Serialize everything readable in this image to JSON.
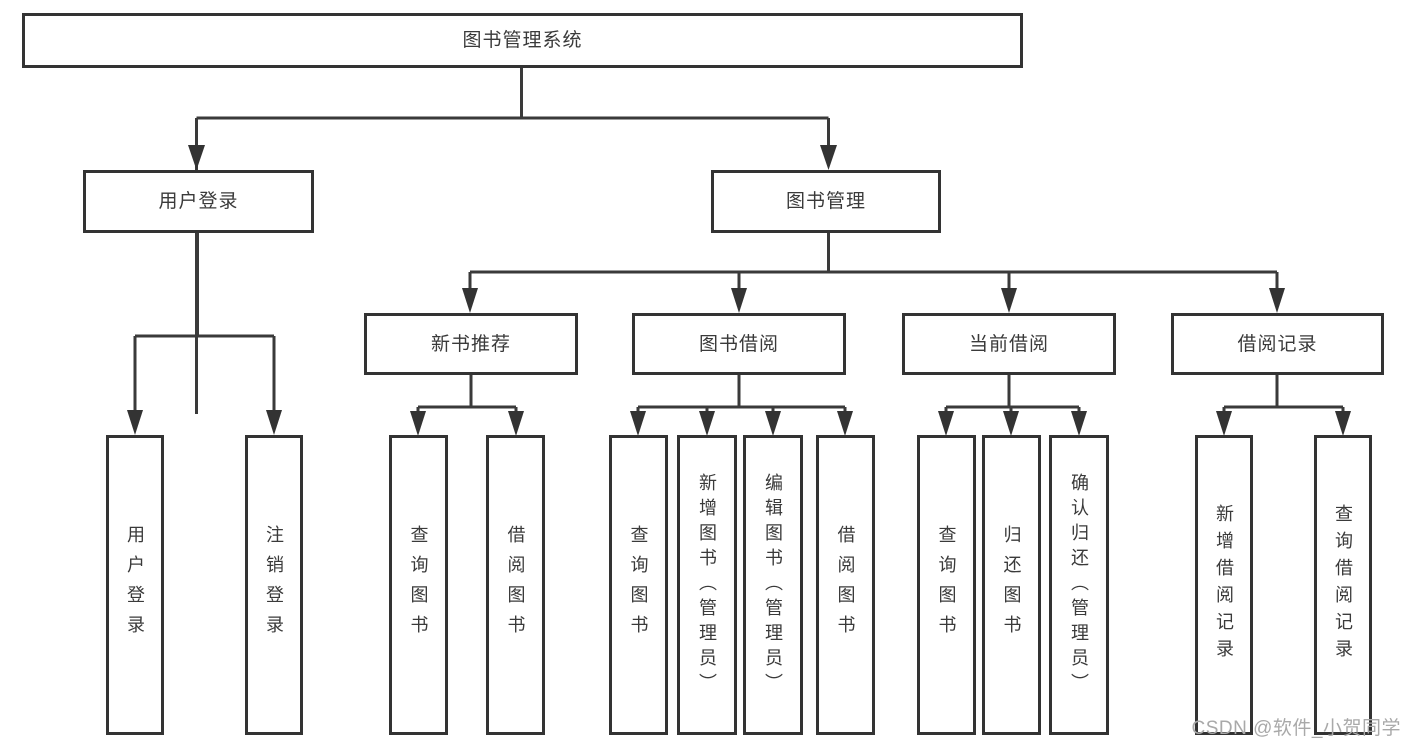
{
  "diagram": {
    "title": "图书管理系统",
    "nodes": {
      "root": {
        "label": "图书管理系统"
      },
      "user_login": {
        "label": "用户登录"
      },
      "book_mgmt": {
        "label": "图书管理"
      },
      "new_book_rec": {
        "label": "新书推荐"
      },
      "book_borrow": {
        "label": "图书借阅"
      },
      "current_borrow": {
        "label": "当前借阅"
      },
      "borrow_records": {
        "label": "借阅记录"
      },
      "leaf_user_login": {
        "label": "用户登录"
      },
      "leaf_logout": {
        "label": "注销登录"
      },
      "leaf_query_book_rec": {
        "label": "查询图书"
      },
      "leaf_borrow_book_rec": {
        "label": "借阅图书"
      },
      "leaf_query_book_borrow": {
        "label": "查询图书"
      },
      "leaf_add_book_admin": {
        "label": "新增图书（管理员）"
      },
      "leaf_edit_book_admin": {
        "label": "编辑图书（管理员）"
      },
      "leaf_borrow_book_borrow": {
        "label": "借阅图书"
      },
      "leaf_query_book_current": {
        "label": "查询图书"
      },
      "leaf_return_book": {
        "label": "归还图书"
      },
      "leaf_confirm_return_admin": {
        "label": "确认归还（管理员）"
      },
      "leaf_add_borrow_record": {
        "label": "新增借阅记录"
      },
      "leaf_query_borrow_record": {
        "label": "查询借阅记录"
      }
    },
    "edges": [
      {
        "from": "root",
        "to": "user_login"
      },
      {
        "from": "root",
        "to": "book_mgmt"
      },
      {
        "from": "user_login",
        "to": "leaf_user_login"
      },
      {
        "from": "user_login",
        "to": "leaf_logout"
      },
      {
        "from": "book_mgmt",
        "to": "new_book_rec"
      },
      {
        "from": "book_mgmt",
        "to": "book_borrow"
      },
      {
        "from": "book_mgmt",
        "to": "current_borrow"
      },
      {
        "from": "book_mgmt",
        "to": "borrow_records"
      },
      {
        "from": "new_book_rec",
        "to": "leaf_query_book_rec"
      },
      {
        "from": "new_book_rec",
        "to": "leaf_borrow_book_rec"
      },
      {
        "from": "book_borrow",
        "to": "leaf_query_book_borrow"
      },
      {
        "from": "book_borrow",
        "to": "leaf_add_book_admin"
      },
      {
        "from": "book_borrow",
        "to": "leaf_edit_book_admin"
      },
      {
        "from": "book_borrow",
        "to": "leaf_borrow_book_borrow"
      },
      {
        "from": "current_borrow",
        "to": "leaf_query_book_current"
      },
      {
        "from": "current_borrow",
        "to": "leaf_return_book"
      },
      {
        "from": "current_borrow",
        "to": "leaf_confirm_return_admin"
      },
      {
        "from": "borrow_records",
        "to": "leaf_add_borrow_record"
      },
      {
        "from": "borrow_records",
        "to": "leaf_query_borrow_record"
      }
    ]
  },
  "colors": {
    "line": "#3a3a3a",
    "box_border": "#333333",
    "text": "#3a3a3a",
    "watermark": "#a9a9a9",
    "background": "#ffffff"
  },
  "watermark": {
    "text": "CSDN @软件_小贺同学"
  }
}
